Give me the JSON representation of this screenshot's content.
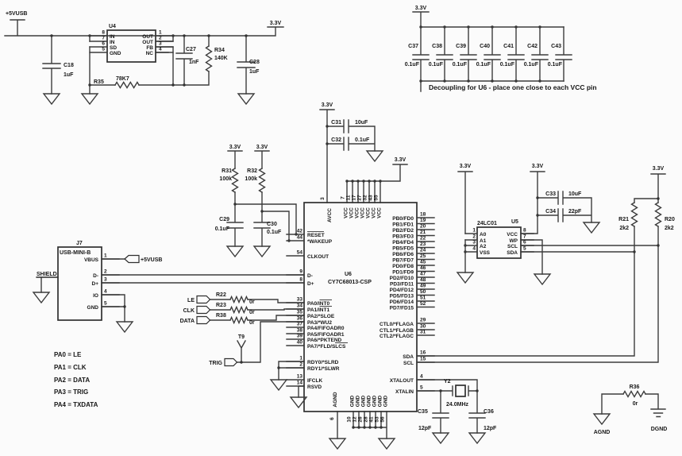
{
  "power": {
    "vusb": "+5VUSB",
    "v33": "3.3V"
  },
  "regulator": {
    "ref": "U4",
    "left_pins": [
      {
        "num": "8",
        "name": "IN"
      },
      {
        "num": "7",
        "name": "IN"
      },
      {
        "num": "6",
        "name": "SD"
      },
      {
        "num": "5",
        "name": "GND"
      }
    ],
    "right_pins": [
      {
        "num": "1",
        "name": "OUT"
      },
      {
        "num": "2",
        "name": "OUT"
      },
      {
        "num": "3",
        "name": "FB"
      },
      {
        "num": "4",
        "name": "NC"
      }
    ],
    "c18": {
      "ref": "C18",
      "val": "1uF"
    },
    "c27": {
      "ref": "C27",
      "val": "1nF"
    },
    "c28": {
      "ref": "C28",
      "val": "1uF"
    },
    "r34": {
      "ref": "R34",
      "val": "140K"
    },
    "r35": {
      "ref": "R35",
      "val": "78K7"
    }
  },
  "decoupling": {
    "caps": [
      {
        "ref": "C37",
        "val": "0.1uF"
      },
      {
        "ref": "C38",
        "val": "0.1uF"
      },
      {
        "ref": "C39",
        "val": "0.1uF"
      },
      {
        "ref": "C40",
        "val": "0.1uF"
      },
      {
        "ref": "C41",
        "val": "0.1uF"
      },
      {
        "ref": "C42",
        "val": "0.1uF"
      },
      {
        "ref": "C43",
        "val": "0.1uF"
      }
    ],
    "note": "Decoupling for U6 - place one close to each VCC pin"
  },
  "pullups": {
    "r31": {
      "ref": "R31",
      "val": "100k"
    },
    "r32": {
      "ref": "R32",
      "val": "100k"
    },
    "c29": {
      "ref": "C29",
      "val": "0.1uF"
    },
    "c30": {
      "ref": "C30",
      "val": "0.1uF"
    }
  },
  "bypass": {
    "c31": {
      "ref": "C31",
      "val": "10uF"
    },
    "c32": {
      "ref": "C32",
      "val": "0.1uF"
    }
  },
  "usb": {
    "ref": "J7",
    "type": "USB-MINI-B",
    "shield": "SHIELD",
    "pins": [
      {
        "num": "1",
        "name": "VBUS"
      },
      {
        "num": "2",
        "name": "D-"
      },
      {
        "num": "3",
        "name": "D+"
      },
      {
        "num": "4",
        "name": "IO"
      },
      {
        "num": "5",
        "name": "GND"
      }
    ]
  },
  "u6": {
    "ref": "U6",
    "part": "CY7C68013-CSP",
    "avcc": {
      "num": "3",
      "name": "AVCC"
    },
    "vcc_label": "VCC",
    "vcc_nums": [
      "7",
      "11",
      "17",
      "27",
      "32",
      "43",
      "55"
    ],
    "agnd": {
      "num": "6",
      "name": "AGND"
    },
    "gnd_label": "GND",
    "gnd_nums": [
      "10",
      "12",
      "26",
      "28",
      "41",
      "53",
      "56"
    ],
    "left_pins": [
      {
        "num": "42",
        "name": "RESET"
      },
      {
        "num": "44",
        "name": "*WAKEUP"
      },
      {
        "num": "54",
        "name": "CLKOUT"
      },
      {
        "num": "9",
        "name": "D-"
      },
      {
        "num": "8",
        "name": "D+"
      },
      {
        "num": "33",
        "name": "PA0/INT0"
      },
      {
        "num": "34",
        "name": "PA1/INT1"
      },
      {
        "num": "35",
        "name": "PA2/*SLOE"
      },
      {
        "num": "36",
        "name": "PA3/*WU2"
      },
      {
        "num": "37",
        "name": "PA4/FIFOADR0"
      },
      {
        "num": "38",
        "name": "PA5/FIFOADR1"
      },
      {
        "num": "39",
        "name": "PA6/*PKTEND"
      },
      {
        "num": "40",
        "name": "PA7/*FLD/SLCS"
      },
      {
        "num": "1",
        "name": "RDY0/*SLRD"
      },
      {
        "num": "2",
        "name": "RDY1/*SLWR"
      },
      {
        "num": "13",
        "name": "IFCLK"
      },
      {
        "num": "14",
        "name": "RSVD"
      }
    ],
    "right_pins": [
      {
        "num": "18",
        "name": "PB0/FD0"
      },
      {
        "num": "19",
        "name": "PB1/FD1"
      },
      {
        "num": "20",
        "name": "PB2/FD2"
      },
      {
        "num": "21",
        "name": "PB3/FD3"
      },
      {
        "num": "22",
        "name": "PB4/FD4"
      },
      {
        "num": "23",
        "name": "PB5/FD5"
      },
      {
        "num": "24",
        "name": "PB6/FD6"
      },
      {
        "num": "25",
        "name": "PB7/FD7"
      },
      {
        "num": "45",
        "name": "PD0/FD8"
      },
      {
        "num": "46",
        "name": "PD1/FD9"
      },
      {
        "num": "47",
        "name": "PD2/FD10"
      },
      {
        "num": "48",
        "name": "PD3/FD11"
      },
      {
        "num": "49",
        "name": "PD4/FD12"
      },
      {
        "num": "50",
        "name": "PD5/FD13"
      },
      {
        "num": "51",
        "name": "PD6/FD14"
      },
      {
        "num": "52",
        "name": "PD7/FD15"
      },
      {
        "num": "29",
        "name": "CTL0/*FLAGA"
      },
      {
        "num": "30",
        "name": "CTL1/*FLAGB"
      },
      {
        "num": "31",
        "name": "CTL2/*FLAGC"
      },
      {
        "num": "16",
        "name": "SDA"
      },
      {
        "num": "15",
        "name": "SCL"
      },
      {
        "num": "4",
        "name": "XTALOUT"
      },
      {
        "num": "5",
        "name": "XTALIN"
      }
    ]
  },
  "eeprom": {
    "ref": "U5",
    "part": "24LC01",
    "left_pins": [
      {
        "num": "1",
        "name": "A0"
      },
      {
        "num": "2",
        "name": "A1"
      },
      {
        "num": "3",
        "name": "A2"
      },
      {
        "num": "4",
        "name": "VSS"
      }
    ],
    "right_pins": [
      {
        "num": "8",
        "name": "VCC"
      },
      {
        "num": "7",
        "name": "WP"
      },
      {
        "num": "6",
        "name": "SCL"
      },
      {
        "num": "5",
        "name": "SDA"
      }
    ],
    "c33": {
      "ref": "C33",
      "val": "10uF"
    },
    "c34": {
      "ref": "C34",
      "val": "22pF"
    }
  },
  "i2c_pullups": {
    "r21": {
      "ref": "R21",
      "val": "2k2"
    },
    "r20": {
      "ref": "R20",
      "val": "2k2"
    }
  },
  "signals": {
    "le": "LE",
    "clk": "CLK",
    "data": "DATA",
    "trig": "TRIG",
    "t9": "T9"
  },
  "series_r": {
    "r22": {
      "ref": "R22",
      "val": "0r"
    },
    "r23": {
      "ref": "R23",
      "val": "0r"
    },
    "r38": {
      "ref": "R38",
      "val": "0r"
    }
  },
  "xtal": {
    "ref": "Y2",
    "val": "24.0MHz",
    "c35": {
      "ref": "C35",
      "val": "12pF"
    },
    "c36": {
      "ref": "C36",
      "val": "12pF"
    }
  },
  "bridge": {
    "r36": {
      "ref": "R36",
      "val": "0r"
    },
    "agnd": "AGND",
    "dgnd": "DGND"
  },
  "notes": [
    "PA0 = LE",
    "PA1 = CLK",
    "PA2 = DATA",
    "PA3 = TRIG",
    "PA4 = TXDATA"
  ]
}
